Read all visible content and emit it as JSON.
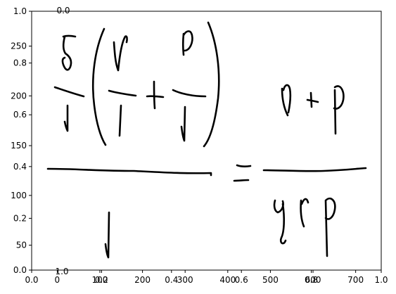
{
  "figure": {
    "ink_color": "#000000",
    "background_color": "#ffffff",
    "frame_color": "#000000"
  },
  "axes": {
    "outer": {
      "x_ticks": [
        "0.0",
        "0.2",
        "0.4",
        "0.6",
        "0.8",
        "1.0"
      ],
      "y_ticks": [
        "0.0",
        "0.2",
        "0.4",
        "0.6",
        "0.8",
        "1.0"
      ]
    },
    "image": {
      "x_ticks": [
        "0",
        "100",
        "200",
        "300",
        "400",
        "500",
        "600",
        "700"
      ],
      "y_ticks": [
        "50",
        "100",
        "150",
        "200",
        "250"
      ],
      "overlap_x_label": "1.0",
      "top_ghost_label": "0.0"
    }
  },
  "handwriting": {
    "content": "handwritten fraction equation",
    "strokes": 28
  }
}
